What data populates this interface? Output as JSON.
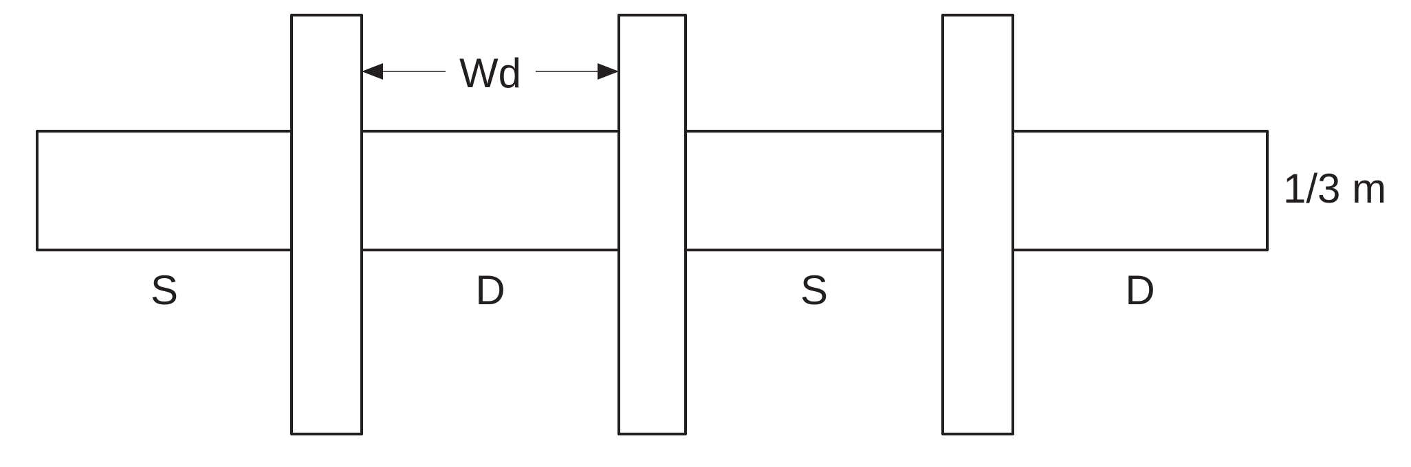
{
  "diagram": {
    "colors": {
      "stroke": "#231f20",
      "background": "#ffffff"
    },
    "dimension_label": "Wd",
    "height_label": "1/3 m",
    "segment_labels": [
      "S",
      "D",
      "S",
      "D"
    ]
  }
}
